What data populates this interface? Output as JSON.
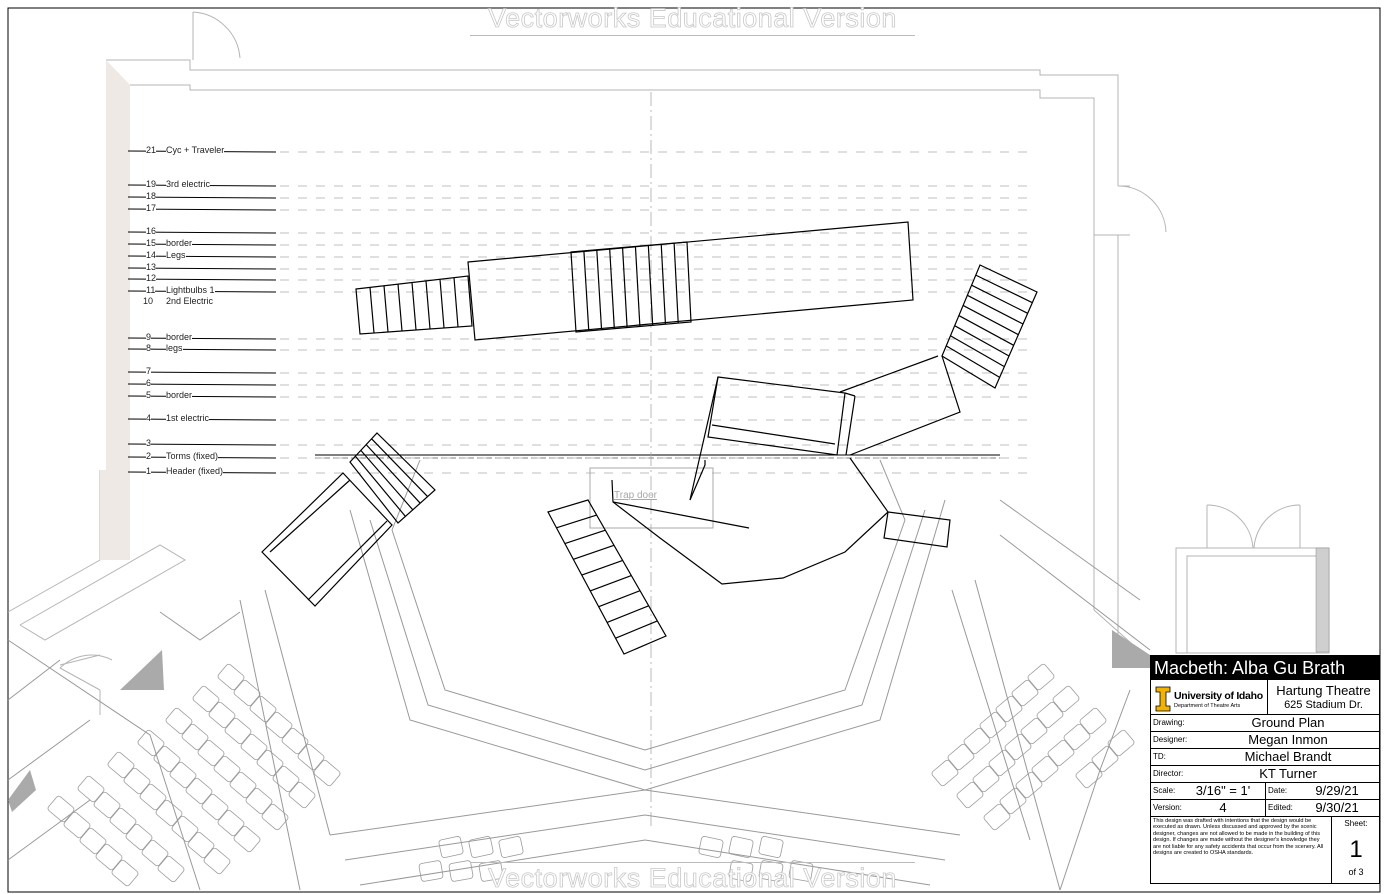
{
  "watermark": {
    "text": "Vectorworks Educational Version"
  },
  "plan": {
    "trap_door_label": "Trap door",
    "linesets": [
      {
        "num": "21",
        "label": "Cyc + Traveler"
      },
      {
        "num": "19",
        "label": "3rd electric"
      },
      {
        "num": "18",
        "label": ""
      },
      {
        "num": "17",
        "label": ""
      },
      {
        "num": "16",
        "label": ""
      },
      {
        "num": "15",
        "label": "border"
      },
      {
        "num": "14",
        "label": "Legs"
      },
      {
        "num": "13",
        "label": ""
      },
      {
        "num": "12",
        "label": ""
      },
      {
        "num": "11",
        "label": "Lightbulbs 1"
      },
      {
        "num": "10",
        "label": "2nd Electric"
      },
      {
        "num": "9",
        "label": "border"
      },
      {
        "num": "8",
        "label": "legs"
      },
      {
        "num": "7",
        "label": ""
      },
      {
        "num": "6",
        "label": ""
      },
      {
        "num": "5",
        "label": "border"
      },
      {
        "num": "4",
        "label": "1st electric"
      },
      {
        "num": "3",
        "label": ""
      },
      {
        "num": "2",
        "label": "Torms (fixed)"
      },
      {
        "num": "1",
        "label": "Header (fixed)"
      }
    ]
  },
  "title_block": {
    "title": "Macbeth: Alba Gu Brath",
    "university": "University of Idaho",
    "department": "Department of Theatre Arts",
    "theatre": "Hartung Theatre",
    "address": "625 Stadium Dr.",
    "drawing_label": "Drawing:",
    "drawing": "Ground Plan",
    "designer_label": "Designer:",
    "designer": "Megan Inmon",
    "td_label": "TD:",
    "td": "Michael Brandt",
    "director_label": "Director:",
    "director": "KT Turner",
    "scale_label": "Scale:",
    "scale": "3/16\" = 1'",
    "date_label": "Date:",
    "date": "9/29/21",
    "version_label": "Version:",
    "version": "4",
    "edited_label": "Edited:",
    "edited": "9/30/21",
    "note": "This design was drafted with intentions that the design would be executed as drawn. Unless discussed and approved by the scenic designer, changes are not allowed to be made in the building of this design. If changes are made without the designer's knowledge they are not liable for any safety accidents that occur from the scenery. All designs are created to OSHA standards.",
    "sheet_label": "Sheet:",
    "sheet": "1",
    "sheet_of": "of 3"
  }
}
